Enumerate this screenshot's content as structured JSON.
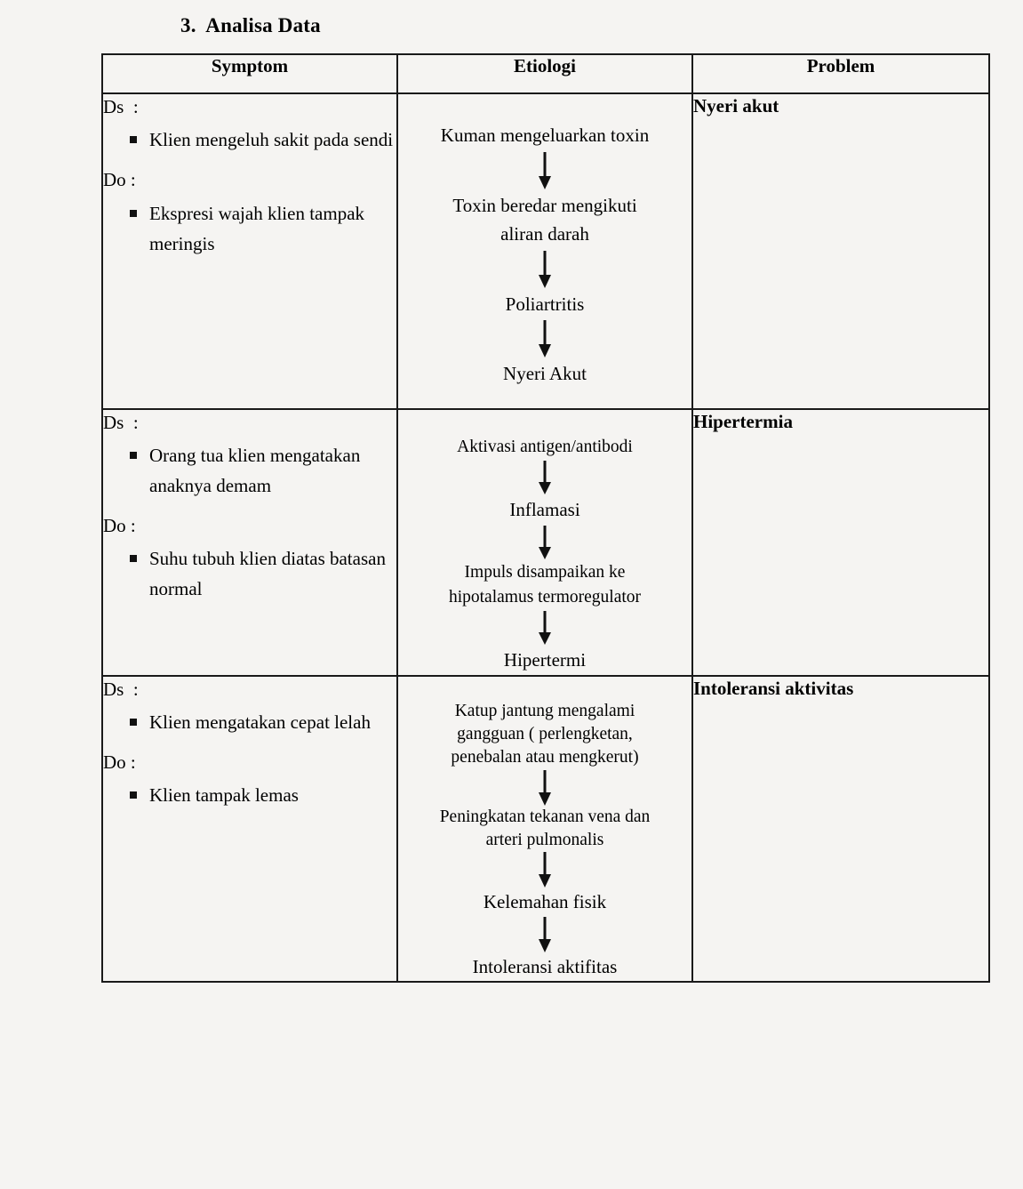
{
  "document": {
    "section_number": "3.",
    "section_title": "Analisa Data",
    "heading": "3.  Analisa Data"
  },
  "table": {
    "headers": {
      "symptom": "Symptom",
      "etiologi": "Etiologi",
      "problem": "Problem"
    },
    "rows": [
      {
        "symptom": {
          "ds_label": "Ds  :",
          "ds_items": [
            "Klien mengeluh sakit pada sendi"
          ],
          "do_label": "Do :",
          "do_items": [
            "Ekspresi wajah klien tampak meringis"
          ]
        },
        "etiologi": {
          "nodes": [
            "Kuman mengeluarkan toxin",
            "Toxin beredar mengikuti\naliran darah",
            "Poliartritis",
            "Nyeri Akut"
          ]
        },
        "problem": "Nyeri akut"
      },
      {
        "symptom": {
          "ds_label": "Ds  :",
          "ds_items": [
            "Orang tua klien mengatakan anaknya demam"
          ],
          "do_label": "Do :",
          "do_items": [
            "Suhu tubuh klien diatas batasan normal"
          ]
        },
        "etiologi": {
          "nodes": [
            "Aktivasi antigen/antibodi",
            "Inflamasi",
            "Impuls disampaikan ke\nhipotalamus termoregulator",
            "Hipertermi"
          ]
        },
        "problem": "Hipertermia"
      },
      {
        "symptom": {
          "ds_label": "Ds  :",
          "ds_items": [
            "Klien mengatakan cepat lelah"
          ],
          "do_label": "Do :",
          "do_items": [
            "Klien tampak lemas"
          ]
        },
        "etiologi": {
          "nodes": [
            "Katup jantung mengalami\ngangguan     ( perlengketan,\npenebalan atau mengkerut)",
            "Peningkatan tekanan vena dan\narteri pulmonalis",
            "Kelemahan fisik",
            "Intoleransi aktifitas"
          ]
        },
        "problem": "Intoleransi aktivitas"
      }
    ]
  },
  "colors": {
    "page_background": "#f5f4f2",
    "text": "#000000",
    "border": "#1a1a1a"
  }
}
